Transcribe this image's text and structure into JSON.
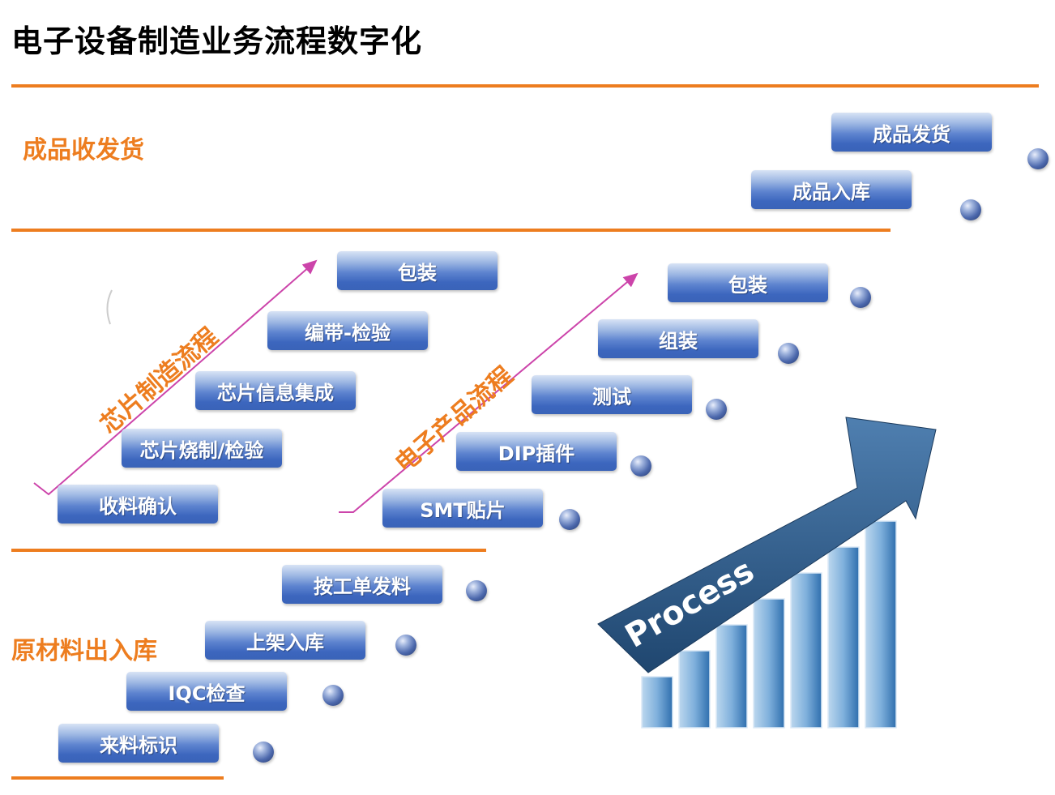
{
  "title": "电子设备制造业务流程数字化",
  "sections": {
    "finished_goods": "成品收发货",
    "raw_materials": "原材料出入库"
  },
  "flows": {
    "chip": "芯片制造流程",
    "electronic": "电子产品流程"
  },
  "finished_goods_steps": [
    "成品发货",
    "成品入库"
  ],
  "chip_steps": [
    "包装",
    "编带-检验",
    "芯片信息集成",
    "芯片烧制/检验",
    "收料确认"
  ],
  "electronic_steps": [
    "包装",
    "组装",
    "测试",
    "DIP插件",
    "SMT贴片"
  ],
  "raw_material_steps": [
    "按工单发料",
    "上架入库",
    "IQC检查",
    "来料标识"
  ],
  "process_graphic": {
    "label": "Process",
    "bars": 7
  },
  "colors": {
    "accent": "#ed7d1f",
    "box": "#3c66be",
    "arrow": "#cc44aa",
    "process_arrow": "#2e5a8a"
  }
}
